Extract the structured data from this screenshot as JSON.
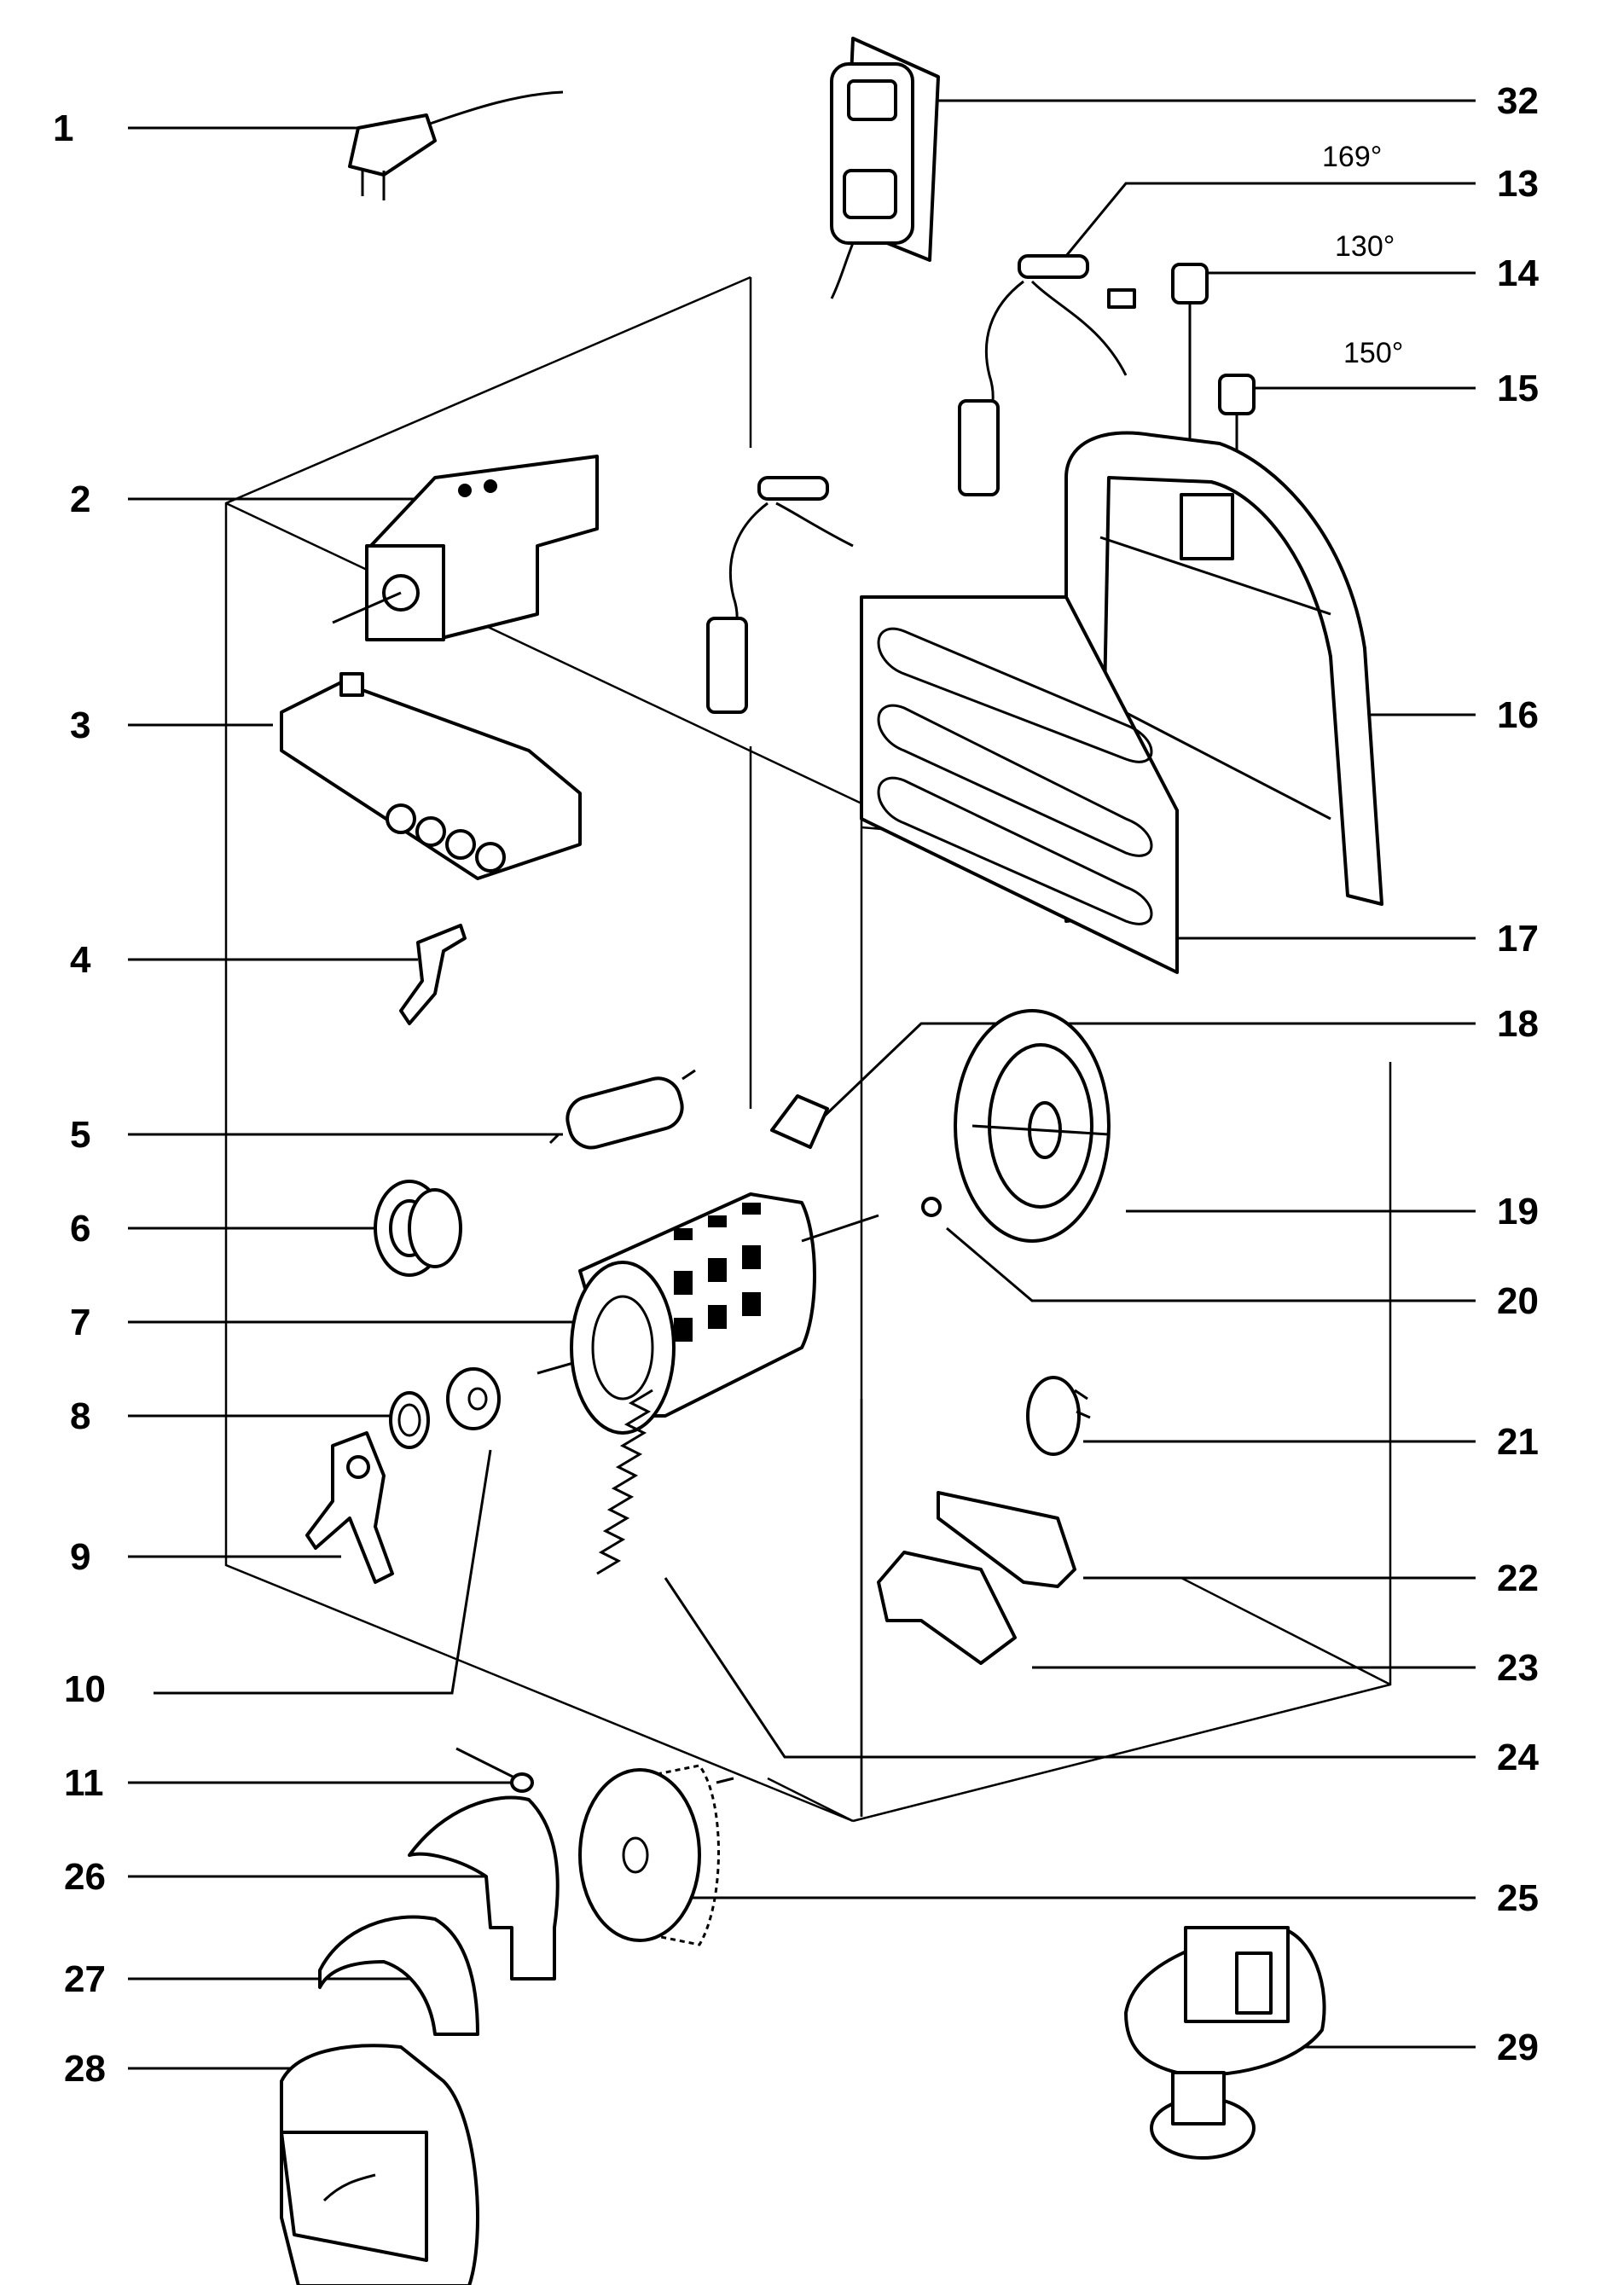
{
  "callouts": [
    "1",
    "2",
    "3",
    "4",
    "5",
    "6",
    "7",
    "8",
    "9",
    "10",
    "11",
    "26",
    "27",
    "28",
    "32",
    "13",
    "14",
    "15",
    "16",
    "17",
    "18",
    "19",
    "20",
    "21",
    "22",
    "23",
    "24",
    "25",
    "29"
  ],
  "temperatures": [
    "169°",
    "130°",
    "150°"
  ],
  "colors": {
    "ink": "#000000",
    "paper": "#ffffff"
  }
}
